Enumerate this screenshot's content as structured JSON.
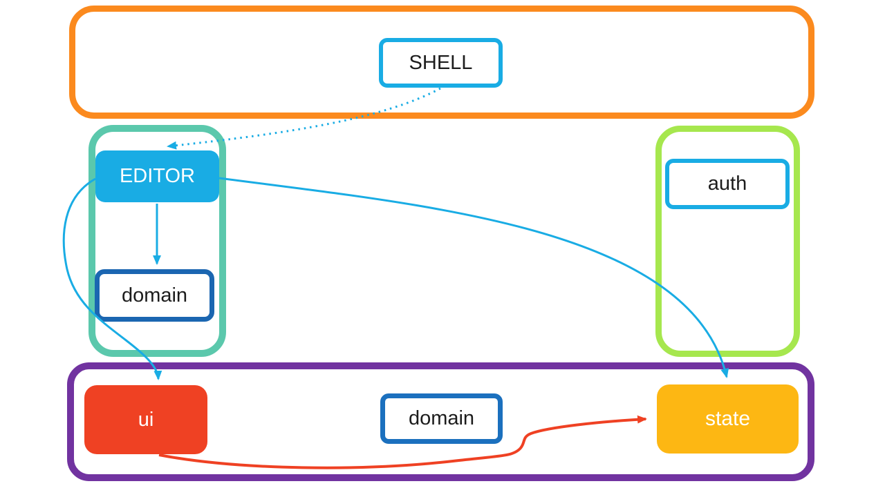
{
  "nodes": {
    "shell": {
      "label": "SHELL"
    },
    "editor": {
      "label": "EDITOR"
    },
    "editor_domain": {
      "label": "domain"
    },
    "auth": {
      "label": "auth"
    },
    "ui": {
      "label": "ui"
    },
    "bottom_domain": {
      "label": "domain"
    },
    "state": {
      "label": "state"
    }
  },
  "edges": [
    {
      "from": "SHELL",
      "to": "EDITOR",
      "style": "dotted",
      "color_name": "blue"
    },
    {
      "from": "EDITOR",
      "to": "domain",
      "style": "solid",
      "color_name": "blue"
    },
    {
      "from": "EDITOR",
      "to": "ui",
      "style": "solid",
      "color_name": "blue"
    },
    {
      "from": "EDITOR",
      "to": "state",
      "style": "solid",
      "color_name": "blue"
    },
    {
      "from": "ui",
      "to": "state",
      "style": "solid",
      "color_name": "red"
    }
  ],
  "colors": {
    "orange": "#FB8A1E",
    "teal": "#5BC8AC",
    "green": "#A6E74E",
    "purple": "#7133A0",
    "blue": "#19ACE4",
    "dark_blue": "#1B66B1",
    "dark_blue_2": "#1B70BE",
    "red": "#EF4123",
    "yellow": "#FDB713",
    "text_black": "#1c1c1c",
    "text_white": "#ffffff"
  }
}
